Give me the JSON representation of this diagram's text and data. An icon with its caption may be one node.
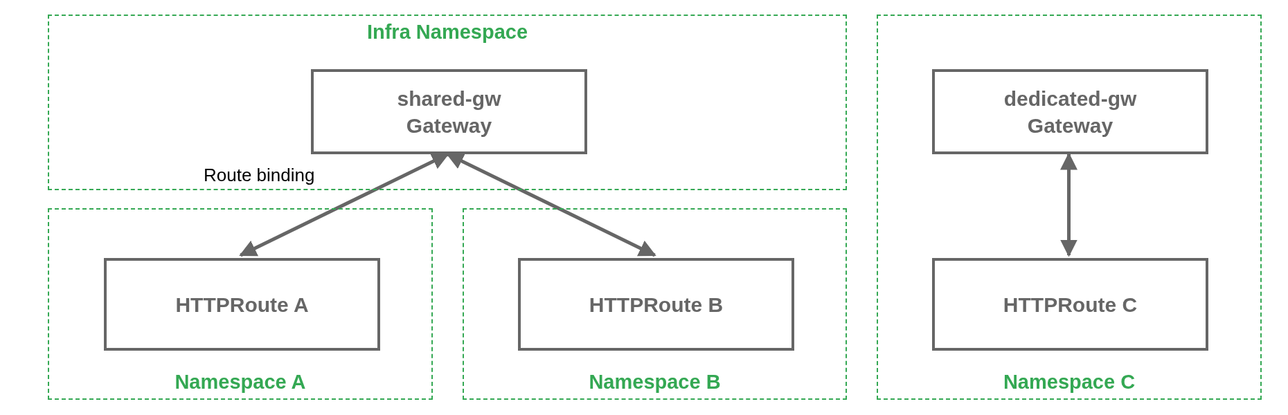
{
  "diagram": {
    "nodes": [
      {
        "text": [
          "Infra Namespace"
        ]
      },
      {
        "text": [
          "shared-gw",
          "Gateway"
        ],
        "in": 0
      },
      {
        "text": [
          "Namespace A"
        ]
      },
      {
        "text": [
          "HTTPRoute A"
        ],
        "in": 2
      },
      {
        "text": [
          "Namespace B"
        ]
      },
      {
        "text": [
          "HTTPRoute B"
        ],
        "in": 4
      },
      {
        "text": [
          "Namespace C"
        ]
      },
      {
        "text": [
          "dedicated-gw",
          "Gateway"
        ],
        "in": 6
      },
      {
        "text": [
          "HTTPRoute C"
        ],
        "in": 6
      }
    ],
    "edges": [
      {
        "from": 1,
        "to": 3,
        "arrow": "both",
        "label": "Route binding"
      },
      {
        "from": 1,
        "to": 5,
        "arrow": "both"
      },
      {
        "from": 7,
        "to": 8,
        "arrow": "both"
      }
    ]
  }
}
